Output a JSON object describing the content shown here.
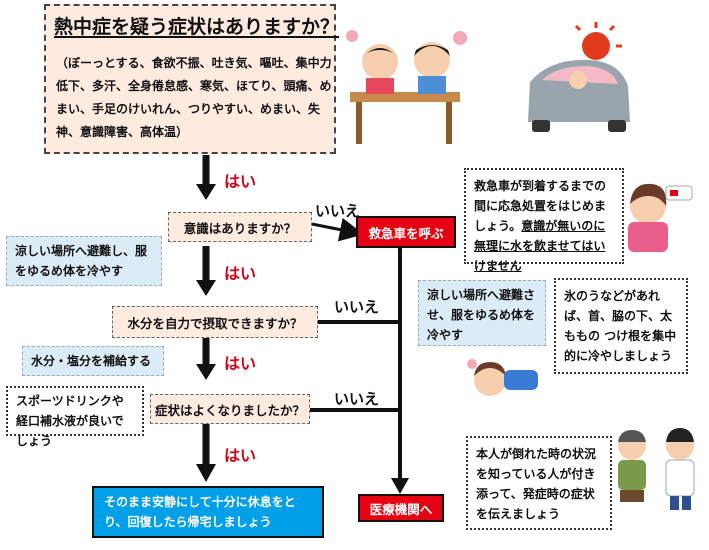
{
  "title": "熱中症を疑う症状はありますか？",
  "symptoms": "（ぼーっとする、食欲不振、吐き気、嘔吐、集中力低下、多汗、全身倦怠感、寒気、ほてり、頭痛、めまい、手足のけいれん、つりやすい、めまい、失神、意識障害、高体温）",
  "labels": {
    "yes": "はい",
    "no": "いいえ"
  },
  "q1": "意識はありますか？",
  "q2": "水分を自力で摂取できますか？",
  "q3": "症状はよくなりましたか？",
  "call_ambulance": "救急車を呼ぶ",
  "to_hospital": "医療機関へ",
  "final_rest": "そのまま安静にして十分に休息をとり、回復したら帰宅しましょう",
  "cool_left": "涼しい場所へ避難し、服をゆるめ体を冷やす",
  "hydrate": "水分・塩分を補給する",
  "sports_drink": "スポーツドリンクや経口補水液が良いでしょう",
  "ambulance_note_1": "救急車が到着するまでの間に応急処置をはじめましょう。",
  "ambulance_note_2": "意識が無いのに無理に水を飲ませてはいけません",
  "cool_right": "涼しい場所へ避難させ、服をゆるめ体を冷やす",
  "ice_note": "氷のうなどがあれば、首、脇の下、太ももの つけ根を集中的に冷やしましょう",
  "witness_note": "本人が倒れた時の状況を知っている人が付き添って、発症時の症状を伝えましょう",
  "colors": {
    "red": "#e60012",
    "blue": "#009fe8",
    "peach": "#fdebe0",
    "lightblue": "#dcecf6"
  }
}
